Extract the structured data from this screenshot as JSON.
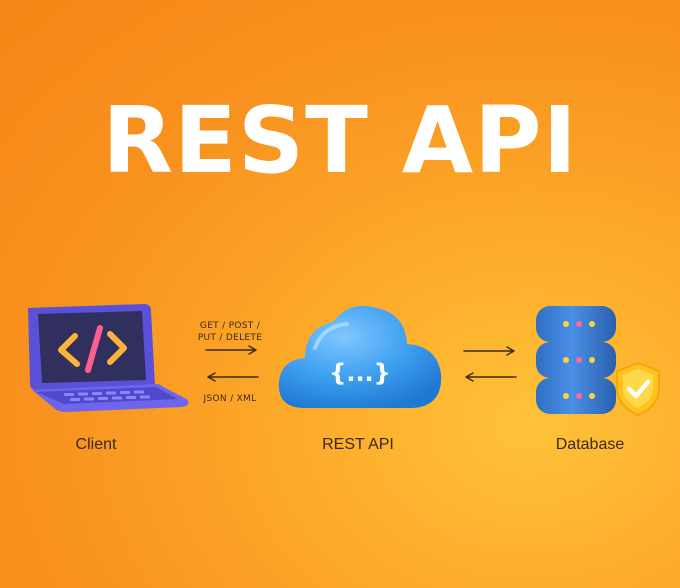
{
  "title": "REST API",
  "nodes": {
    "client": {
      "label": "Client",
      "icon": "laptop-code-icon"
    },
    "api": {
      "label": "REST API",
      "icon": "cloud-icon",
      "symbol": "{...}"
    },
    "database": {
      "label": "Database",
      "icon": "database-server-icon",
      "badge_icon": "shield-check-icon"
    }
  },
  "arrows": {
    "request_line1": "GET / POST /",
    "request_line2": "PUT / DELETE",
    "response": "JSON / XML"
  },
  "colors": {
    "background": "#f8921f",
    "title": "#ffffff",
    "laptop": "#6b63e8",
    "cloud": "#3d9ff0",
    "database": "#3f7fd8",
    "shield": "#ffc21f"
  }
}
